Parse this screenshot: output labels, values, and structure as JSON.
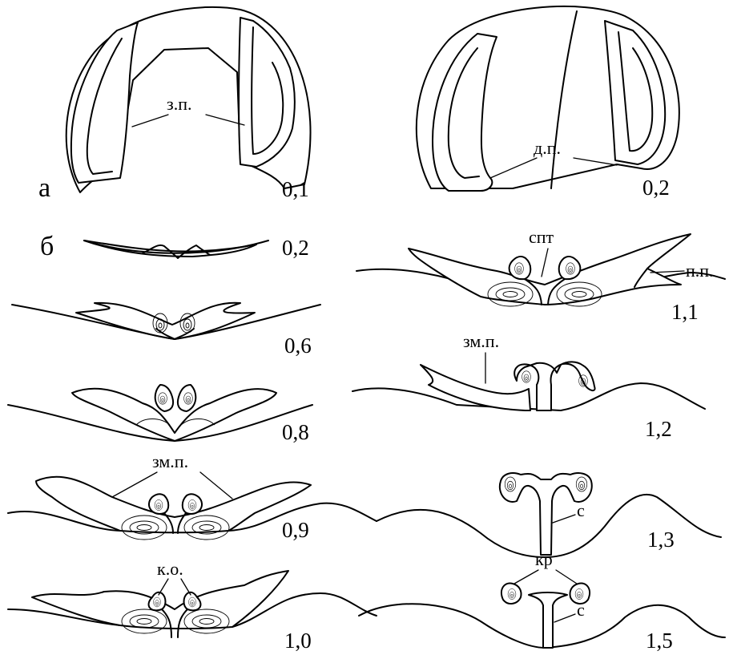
{
  "panel_a": {
    "letter": "а",
    "left": {
      "stage": "0,1",
      "label": "з.п."
    },
    "right": {
      "stage": "0,2",
      "label": "д.п."
    }
  },
  "panel_b": {
    "letter": "б",
    "left_column": [
      {
        "stage": "0,2"
      },
      {
        "stage": "0,6"
      },
      {
        "stage": "0,8"
      },
      {
        "stage": "0,9",
        "label": "зм.п."
      },
      {
        "stage": "1,0",
        "label": "к.о."
      }
    ],
    "right_column": [
      {
        "stage": "1,1",
        "labels": [
          "спт",
          "п.п."
        ]
      },
      {
        "stage": "1,2",
        "label": "зм.п."
      },
      {
        "stage": "1,3",
        "label": "с"
      },
      {
        "stage": "1,5",
        "labels": [
          "кр",
          "с"
        ]
      }
    ]
  }
}
